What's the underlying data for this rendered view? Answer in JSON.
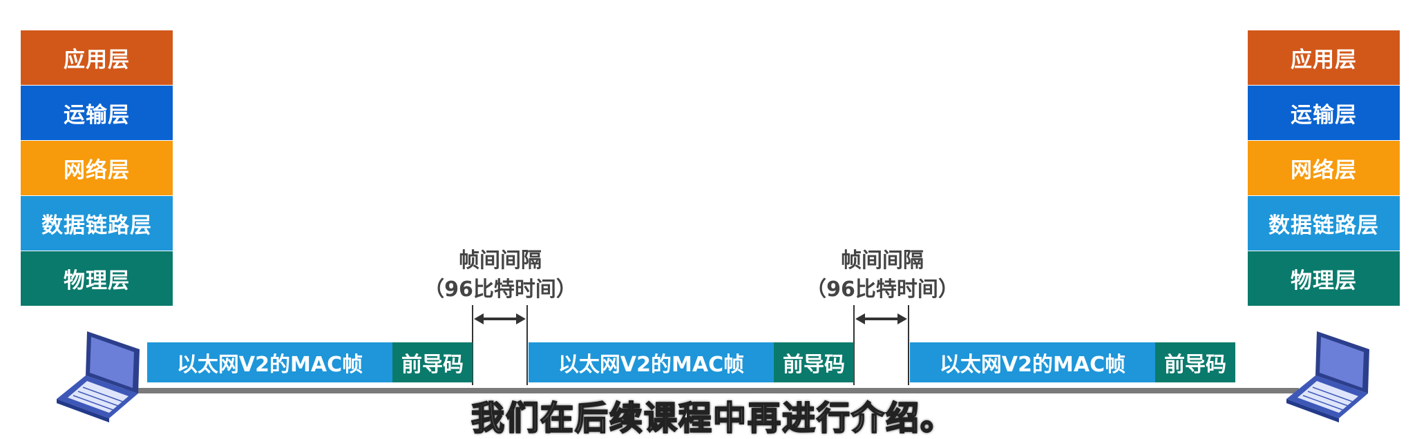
{
  "layers": [
    {
      "label": "应用层",
      "color": "#d2581a"
    },
    {
      "label": "运输层",
      "color": "#0a63d1"
    },
    {
      "label": "网络层",
      "color": "#f79a0c"
    },
    {
      "label": "数据链路层",
      "color": "#1e96d9"
    },
    {
      "label": "物理层",
      "color": "#0a7a6c"
    }
  ],
  "gap": {
    "title": "帧间间隔",
    "detail": "（96比特时间）"
  },
  "frame": {
    "mac_label": "以太网V2的MAC帧",
    "preamble_label": "前导码"
  },
  "subtitle": "我们在后续课程中再进行介绍。"
}
